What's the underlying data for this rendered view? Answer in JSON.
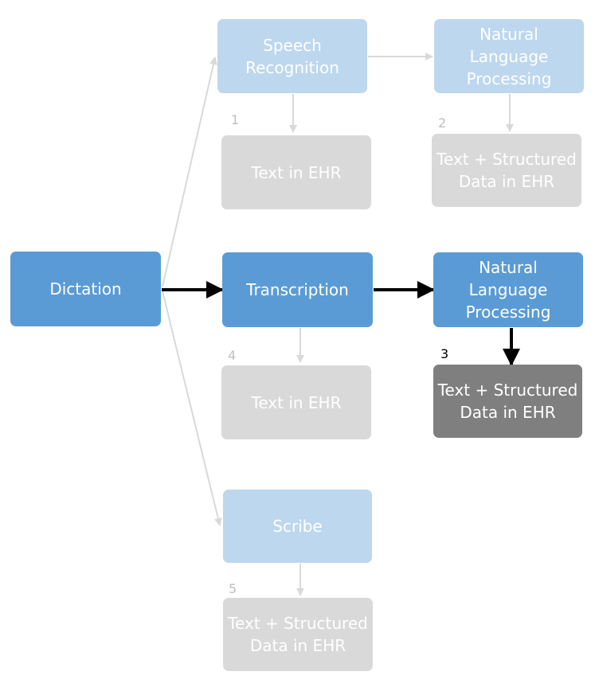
{
  "nodes": {
    "dictation": "Dictation",
    "speech_recognition": "Speech\nRecognition",
    "nlp_top": "Natural\nLanguage\nProcessing",
    "text_ehr_1": "Text in EHR",
    "text_structured_2": "Text + Structured\nData in EHR",
    "transcription": "Transcription",
    "nlp_middle": "Natural\nLanguage\nProcessing",
    "text_ehr_4": "Text in EHR",
    "text_structured_3": "Text + Structured\nData in EHR",
    "scribe": "Scribe",
    "text_structured_5": "Text + Structured\nData in EHR"
  },
  "labels": {
    "n1": "1",
    "n2": "2",
    "n3": "3",
    "n4": "4",
    "n5": "5"
  },
  "colors": {
    "blue": "#5b9bd5",
    "light_blue": "#bdd7ee",
    "light_gray": "#d9d9d9",
    "dark_gray": "#7f7f7f",
    "inactive_arrow": "#d9d9d9",
    "active_arrow": "#000000"
  }
}
